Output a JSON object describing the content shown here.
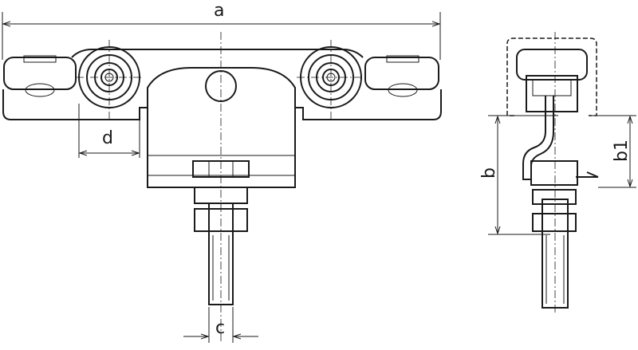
{
  "labels": {
    "a": "a",
    "b": "b",
    "b1": "b1",
    "c": "c",
    "d": "d"
  },
  "colors": {
    "line": "#1a1a1a",
    "background": "#ffffff"
  }
}
